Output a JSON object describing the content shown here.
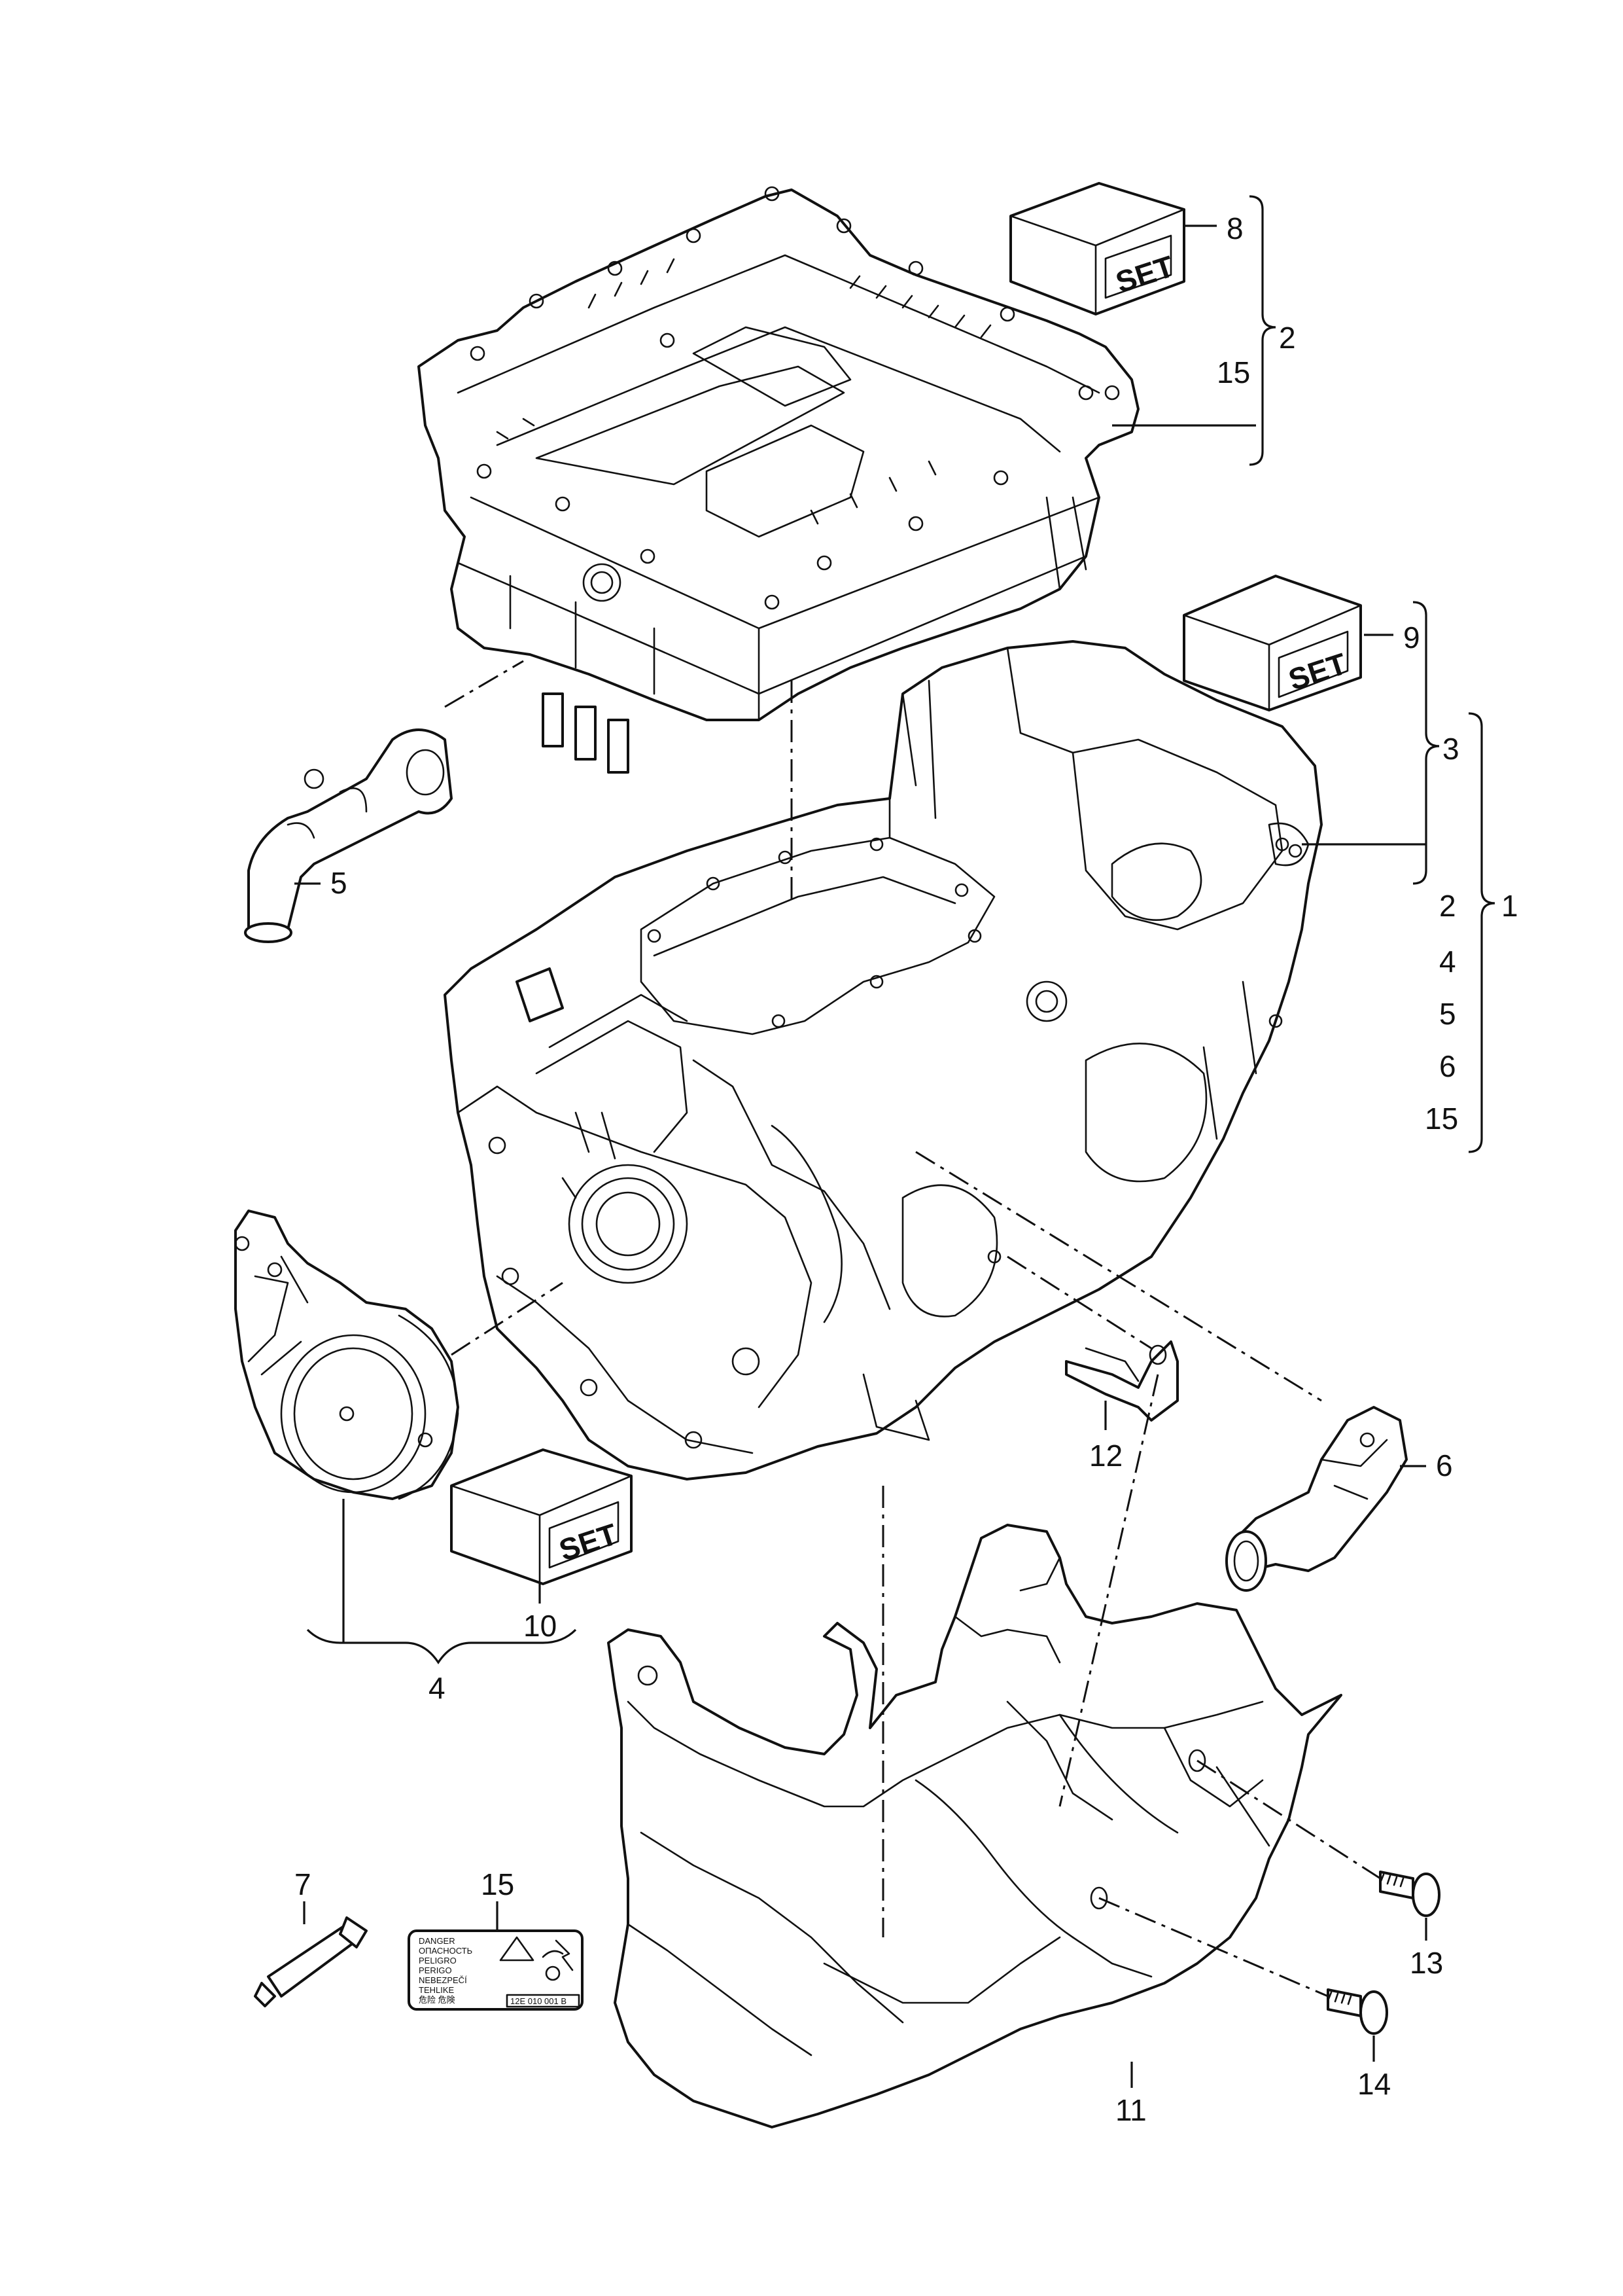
{
  "set_label": "SET",
  "callouts": {
    "c1": "1",
    "c2": "2",
    "c2b": "2",
    "c3": "3",
    "c4": "4",
    "c4b": "4",
    "c5": "5",
    "c5b": "5",
    "c6": "6",
    "c6b": "6",
    "c7": "7",
    "c8": "8",
    "c9": "9",
    "c10": "10",
    "c11": "11",
    "c12": "12",
    "c13": "13",
    "c14": "14",
    "c15a": "15",
    "c15b": "15",
    "c15c": "15"
  },
  "warning_label": {
    "lines": [
      "DANGER",
      "ОПАСНОСТЬ",
      "PELIGRO",
      "PERIGO",
      "NEBEZPEČÍ",
      "TEHLIKE",
      "危险 危険"
    ],
    "part_number": "12E 010 001 B"
  }
}
